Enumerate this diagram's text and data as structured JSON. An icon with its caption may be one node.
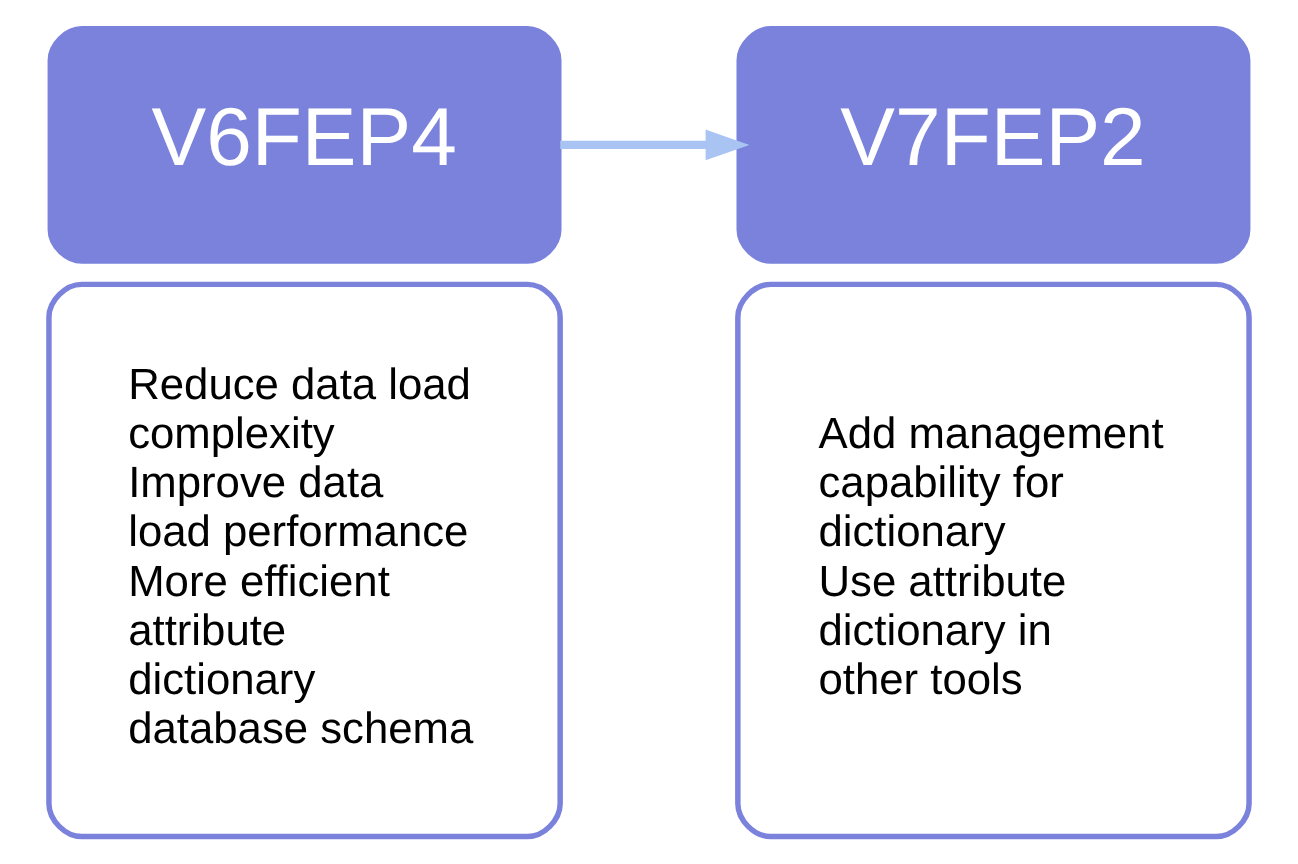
{
  "diagram": {
    "nodes": [
      {
        "text": [
          "V6FEP4"
        ]
      },
      {
        "text": [
          "Reduce data load complexity",
          "Improve data load performance",
          "More efficient attribute dictionary database schema"
        ]
      },
      {
        "text": [
          "V7FEP2"
        ]
      },
      {
        "text": [
          "Add management capability for dictionary",
          "Use attribute dictionary in other tools"
        ]
      }
    ],
    "edges": [
      {
        "from": 0,
        "to": 2,
        "arrow": "to"
      }
    ]
  }
}
